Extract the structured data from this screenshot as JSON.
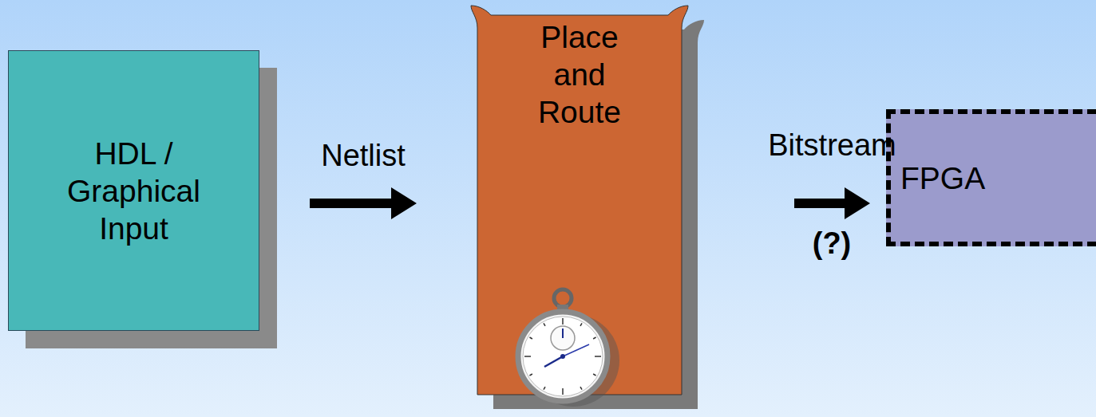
{
  "diagram": {
    "nodes": [
      {
        "text": [
          "HDL / Graphical Input"
        ]
      },
      {
        "text": [
          "Place and Route"
        ]
      },
      {
        "text": [
          "FPGA"
        ]
      }
    ],
    "edges": [
      {
        "from": 0,
        "to": 1,
        "arrow": "to",
        "label": "Netlist"
      },
      {
        "from": 1,
        "to": 2,
        "arrow": "to",
        "label": "Bitstream"
      }
    ],
    "labels": [
      "(?)"
    ]
  }
}
